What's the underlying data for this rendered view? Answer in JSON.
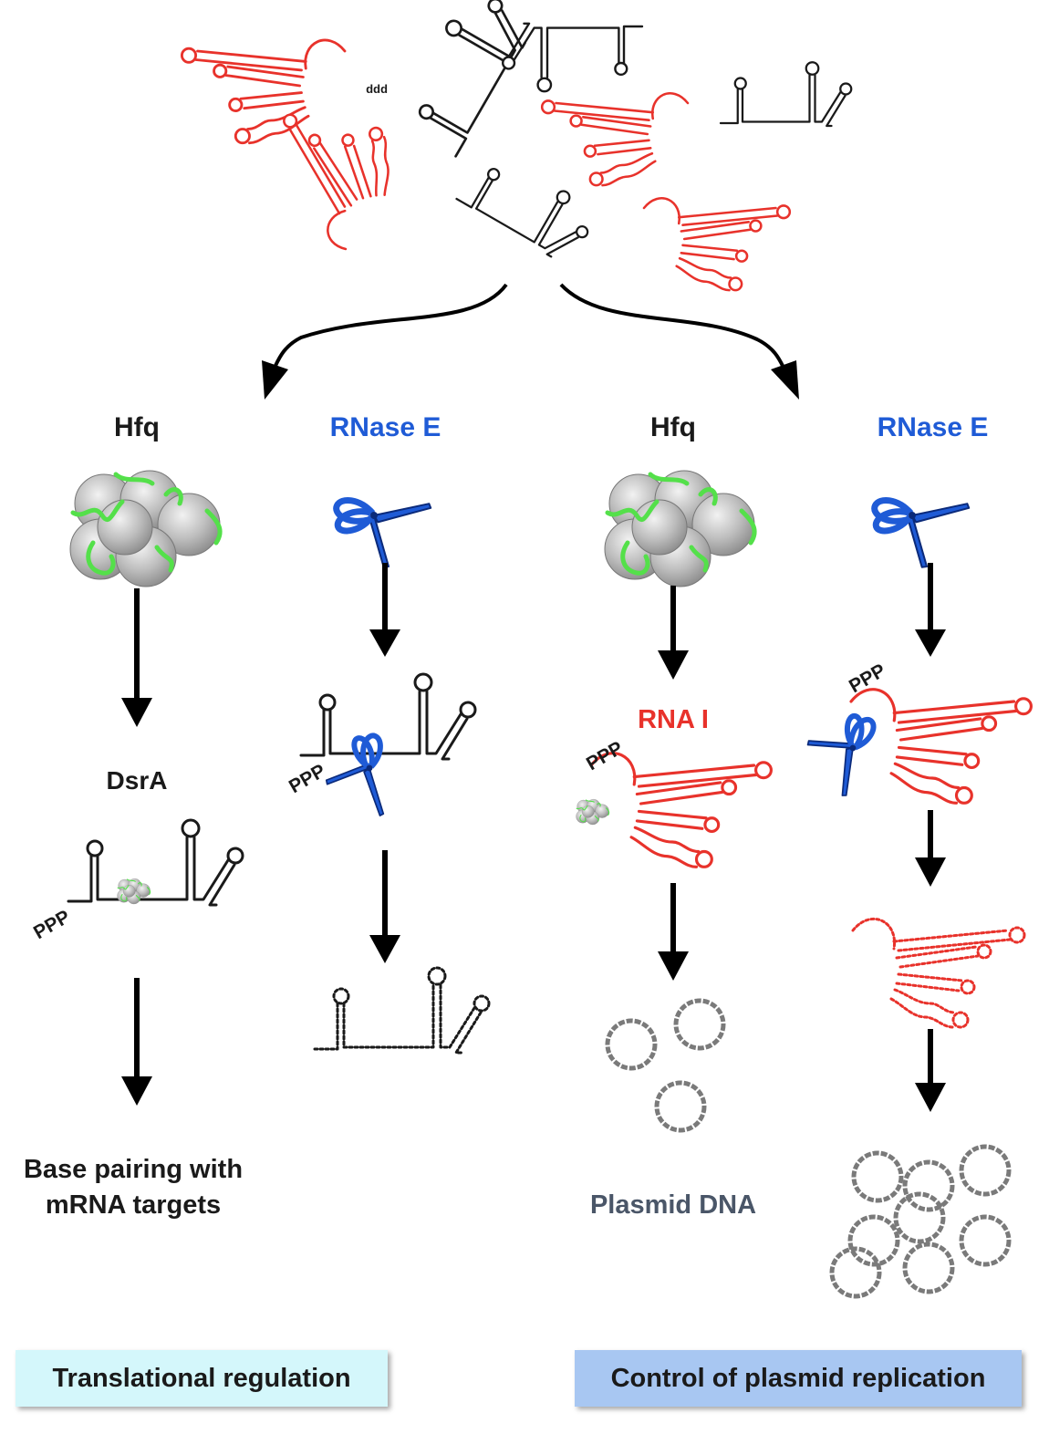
{
  "colors": {
    "black_rna": "#1a1a1a",
    "red_rna": "#e8322b",
    "rnase_blue": "#1f5bd6",
    "hfq_green": "#54e04a",
    "plasmid_gray": "#7a7a7a",
    "box_left": "#d4f7fb",
    "box_right": "#a8c7f2",
    "plasmid_text": "#4a5668"
  },
  "triphosphate_label": "PPP",
  "triphosphate_label_lower": "ppp",
  "columns": {
    "col1": {
      "title": "Hfq",
      "product": "DsrA",
      "outcome_line1": "Base pairing with",
      "outcome_line2": "mRNA targets"
    },
    "col2": {
      "title": "RNase E"
    },
    "col3": {
      "title": "Hfq",
      "product": "RNA I",
      "outcome": "Plasmid DNA"
    },
    "col4": {
      "title": "RNase E"
    }
  },
  "boxes": {
    "left": "Translational regulation",
    "right": "Control of plasmid replication"
  },
  "icons": [
    "hfq-hexamer-icon",
    "scissors-icon",
    "plasmid-circle-icon"
  ]
}
